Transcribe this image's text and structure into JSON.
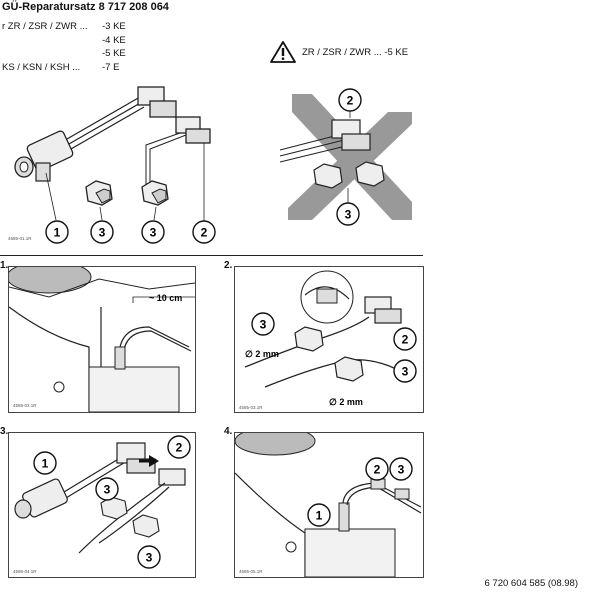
{
  "header": {
    "title": "GÜ-Reparatursatz 8 717 208 064"
  },
  "variants": [
    {
      "label": "r ZR / ZSR / ZWR ...",
      "value": "-3 KE"
    },
    {
      "label": "",
      "value": "-4 KE"
    },
    {
      "label": "",
      "value": "-5 KE"
    },
    {
      "label": "KS / KSN / KSH ...",
      "value": "-7 E"
    }
  ],
  "warning": {
    "text": "ZR / ZSR / ZWR ... -5 KE"
  },
  "overview": {
    "code": "4585-01.1R",
    "callouts": [
      "1",
      "3",
      "3",
      "2"
    ],
    "crossed_callouts": [
      "2",
      "3"
    ]
  },
  "steps": [
    {
      "number": "1.",
      "code": "4585-02.1R",
      "measure": "~ 10 cm",
      "callouts": []
    },
    {
      "number": "2.",
      "code": "4585-03.1R",
      "measure": "∅ 2 mm",
      "measure2": "∅ 2 mm",
      "callouts": [
        "3",
        "2",
        "3"
      ]
    },
    {
      "number": "3.",
      "code": "4585-04.1R",
      "callouts": [
        "1",
        "2",
        "3",
        "3"
      ]
    },
    {
      "number": "4.",
      "code": "4585-05.1R",
      "callouts": [
        "1",
        "2",
        "3"
      ]
    }
  ],
  "footer": {
    "doc_number": "6 720 604 585 (08.98)"
  }
}
